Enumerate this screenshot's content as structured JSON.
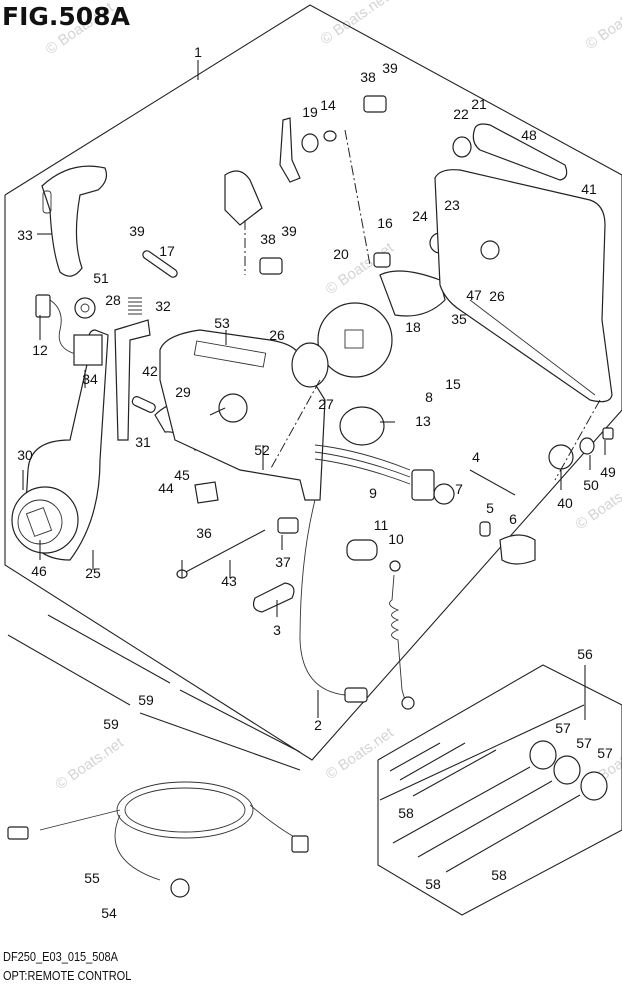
{
  "figure": {
    "title": "FIG.508A",
    "code": "DF250_E03_015_508A",
    "caption": "OPT:REMOTE CONTROL",
    "watermark": "© Boats.net"
  },
  "parts": {
    "p1": "1",
    "p2": "2",
    "p3": "3",
    "p4": "4",
    "p5": "5",
    "p6": "6",
    "p7": "7",
    "p8": "8",
    "p9": "9",
    "p10": "10",
    "p11": "11",
    "p12": "12",
    "p13": "13",
    "p14": "14",
    "p15": "15",
    "p16": "16",
    "p17": "17",
    "p18": "18",
    "p19": "19",
    "p20": "20",
    "p21": "21",
    "p22": "22",
    "p23": "23",
    "p24": "24",
    "p25": "25",
    "p26": "26",
    "p27": "27",
    "p28": "28",
    "p29": "29",
    "p30": "30",
    "p31": "31",
    "p32": "32",
    "p33": "33",
    "p34": "34",
    "p35": "35",
    "p36": "36",
    "p37": "37",
    "p38": "38",
    "p39": "39",
    "p40": "40",
    "p41": "41",
    "p42": "42",
    "p43": "43",
    "p44": "44",
    "p45": "45",
    "p46": "46",
    "p47": "47",
    "p48": "48",
    "p49": "49",
    "p50": "50",
    "p51": "51",
    "p52": "52",
    "p53": "53",
    "p54": "54",
    "p55": "55",
    "p56": "56",
    "p57": "57",
    "p58": "58",
    "p59": "59"
  }
}
